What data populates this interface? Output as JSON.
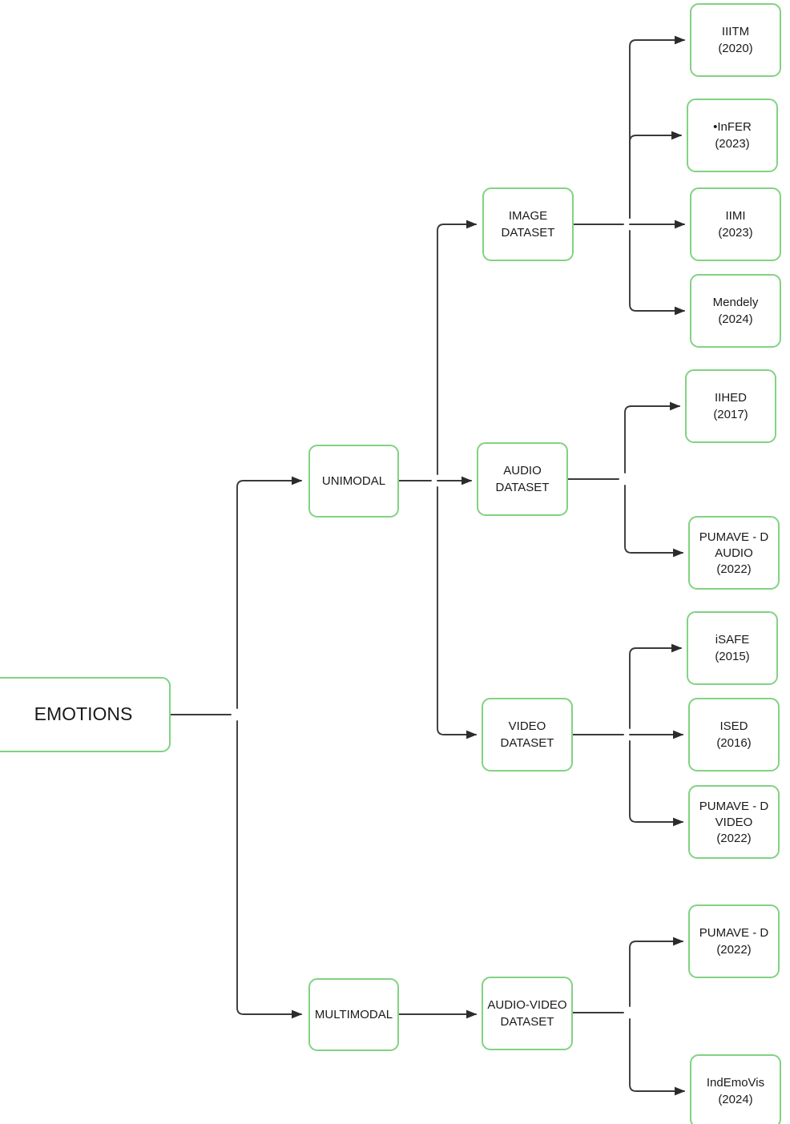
{
  "diagram": {
    "title": "EMOTIONS dataset taxonomy",
    "colors": {
      "node_border": "#82d282",
      "node_fill": "#ffffff",
      "edge": "#3a3a3a",
      "text": "#1a1a1a",
      "background": "#ffffff"
    },
    "root": {
      "id": "emotions",
      "label": "EMOTIONS"
    },
    "levels": [
      {
        "name": "modality",
        "nodes": [
          {
            "id": "unimodal",
            "label": "UNIMODAL"
          },
          {
            "id": "multimodal",
            "label": "MULTIMODAL"
          }
        ]
      },
      {
        "name": "dataset-type",
        "nodes": [
          {
            "id": "image-dataset",
            "line1": "IMAGE",
            "line2": "DATASET"
          },
          {
            "id": "audio-dataset",
            "line1": "AUDIO",
            "line2": "DATASET"
          },
          {
            "id": "video-dataset",
            "line1": "VIDEO",
            "line2": "DATASET"
          },
          {
            "id": "audio-video-dataset",
            "line1": "AUDIO-VIDEO",
            "line2": "DATASET"
          }
        ]
      },
      {
        "name": "datasets",
        "nodes": [
          {
            "id": "iiitm",
            "line1": "IIITM",
            "line2": "(2020)",
            "line3": ""
          },
          {
            "id": "infer",
            "line1": "•InFER",
            "line2": "(2023)",
            "line3": ""
          },
          {
            "id": "iimi",
            "line1": "IIMI",
            "line2": "(2023)",
            "line3": ""
          },
          {
            "id": "mendely",
            "line1": "Mendely",
            "line2": "(2024)",
            "line3": ""
          },
          {
            "id": "iihed",
            "line1": "IIHED",
            "line2": "(2017)",
            "line3": ""
          },
          {
            "id": "pumave-d-audio",
            "line1": "PUMAVE - D",
            "line2": "AUDIO",
            "line3": "(2022)"
          },
          {
            "id": "isafe",
            "line1": "iSAFE",
            "line2": "(2015)",
            "line3": ""
          },
          {
            "id": "ised",
            "line1": "ISED",
            "line2": "(2016)",
            "line3": ""
          },
          {
            "id": "pumave-d-video",
            "line1": "PUMAVE - D",
            "line2": "VIDEO",
            "line3": "(2022)"
          },
          {
            "id": "pumave-d",
            "line1": "PUMAVE - D",
            "line2": "(2022)",
            "line3": ""
          },
          {
            "id": "indemovis",
            "line1": "IndEmoVis",
            "line2": "(2024)",
            "line3": ""
          }
        ]
      }
    ],
    "edges": [
      {
        "from": "emotions",
        "to": "unimodal"
      },
      {
        "from": "emotions",
        "to": "multimodal"
      },
      {
        "from": "unimodal",
        "to": "image-dataset"
      },
      {
        "from": "unimodal",
        "to": "audio-dataset"
      },
      {
        "from": "unimodal",
        "to": "video-dataset"
      },
      {
        "from": "multimodal",
        "to": "audio-video-dataset"
      },
      {
        "from": "image-dataset",
        "to": "iiitm"
      },
      {
        "from": "image-dataset",
        "to": "infer"
      },
      {
        "from": "image-dataset",
        "to": "iimi"
      },
      {
        "from": "image-dataset",
        "to": "mendely"
      },
      {
        "from": "audio-dataset",
        "to": "iihed"
      },
      {
        "from": "audio-dataset",
        "to": "pumave-d-audio"
      },
      {
        "from": "video-dataset",
        "to": "isafe"
      },
      {
        "from": "video-dataset",
        "to": "ised"
      },
      {
        "from": "video-dataset",
        "to": "pumave-d-video"
      },
      {
        "from": "audio-video-dataset",
        "to": "pumave-d"
      },
      {
        "from": "audio-video-dataset",
        "to": "indemovis"
      }
    ]
  }
}
